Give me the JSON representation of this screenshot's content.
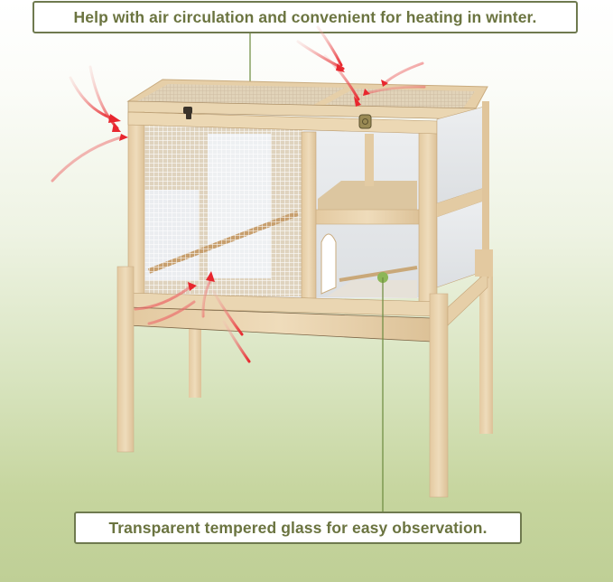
{
  "callouts": {
    "top": {
      "text": "Help with air circulation and convenient for heating in winter.",
      "points_to": "mesh-top-lid"
    },
    "bottom": {
      "text": "Transparent tempered glass for easy observation.",
      "points_to": "glass-panel"
    }
  },
  "colors": {
    "caption_text": "#6b7440",
    "caption_border": "#6f7a4f",
    "leader_line": "#6c8a3e",
    "leader_dot": "#8db657",
    "wood": "#e8d3ae",
    "arrow": "#e8323a",
    "background_top": "#ffffff",
    "background_bottom": "#bfcf96"
  },
  "illustration": {
    "subject": "wooden-hutch-on-stand",
    "features": [
      "mesh-top-lid",
      "latches",
      "wire-mesh-front",
      "glass-side-panels",
      "upper-platform",
      "hideout-arch",
      "stand-legs",
      "airflow-arrows"
    ]
  }
}
